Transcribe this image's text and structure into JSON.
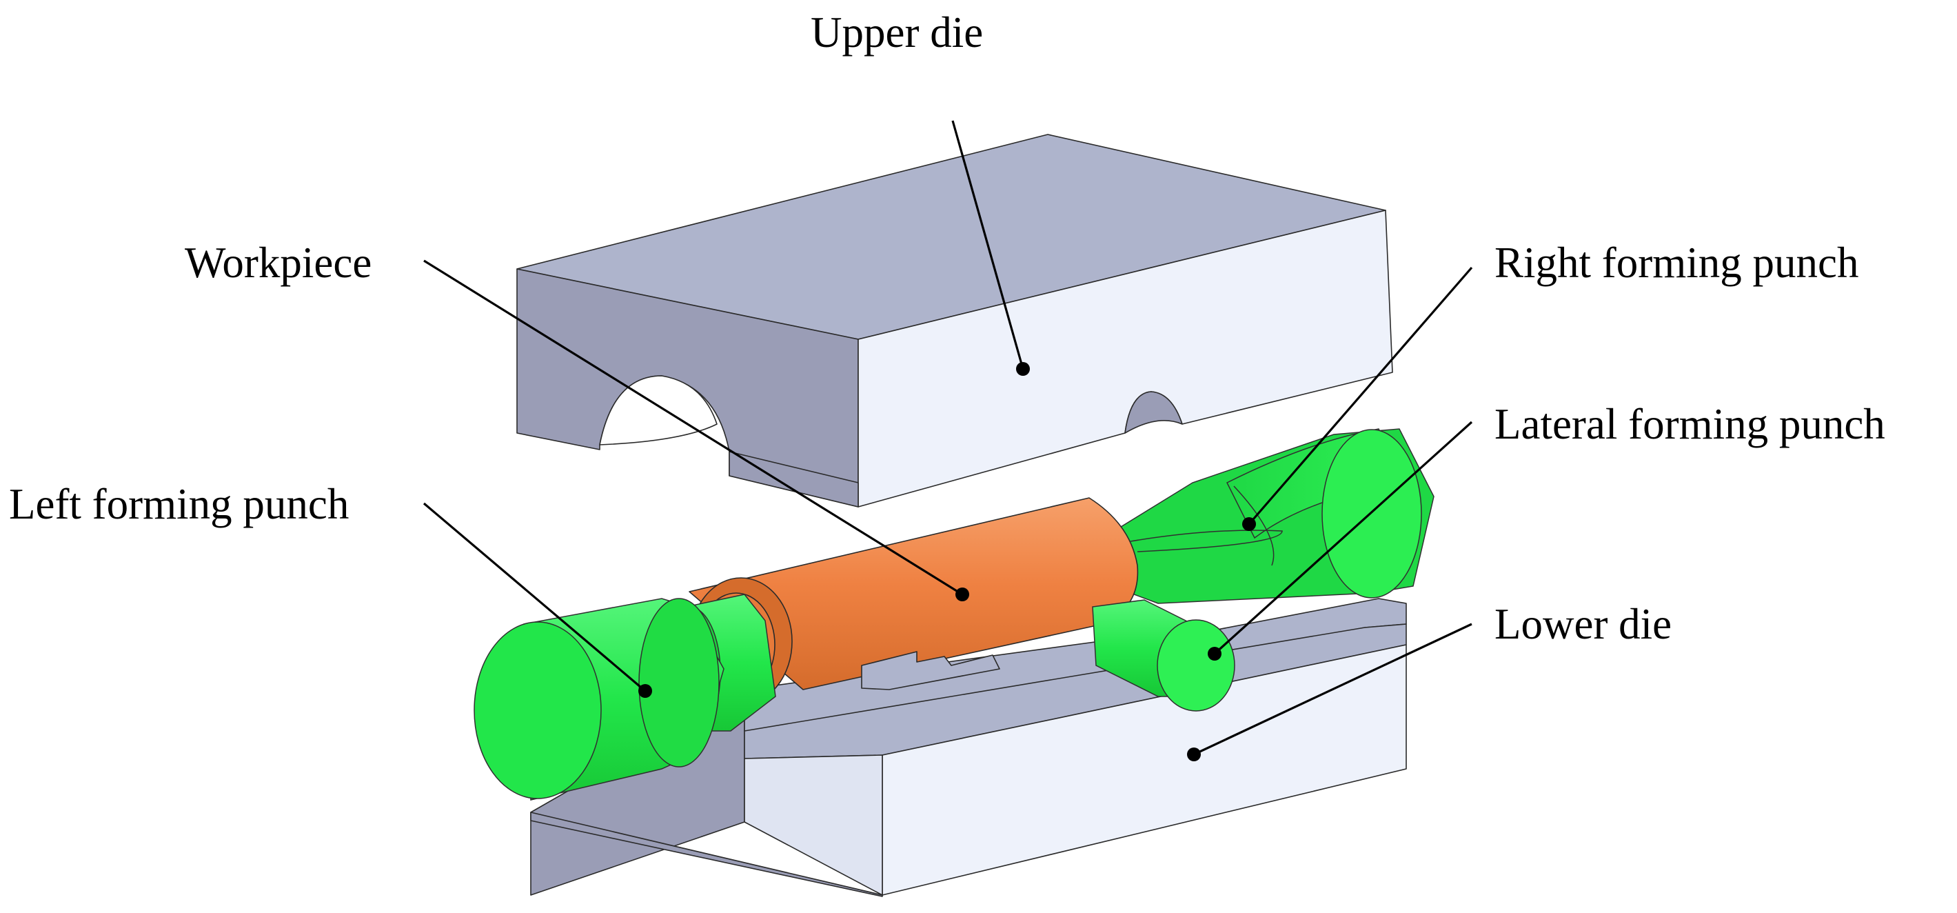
{
  "labels": {
    "upper_die": "Upper die",
    "workpiece": "Workpiece",
    "right_forming_punch": "Right forming punch",
    "lateral_forming_punch": "Lateral forming punch",
    "left_forming_punch": "Left forming punch",
    "lower_die": "Lower die"
  },
  "colors": {
    "die_top": "#aeb4cc",
    "die_side": "#9a9db6",
    "die_front": "#eef2fb",
    "punch_green": "#22e64a",
    "punch_green_dark": "#14c232",
    "punch_green_light": "#44f46a",
    "workpiece_orange": "#ef8142",
    "workpiece_dark": "#d06a2c",
    "outline": "#2a2a2a"
  }
}
